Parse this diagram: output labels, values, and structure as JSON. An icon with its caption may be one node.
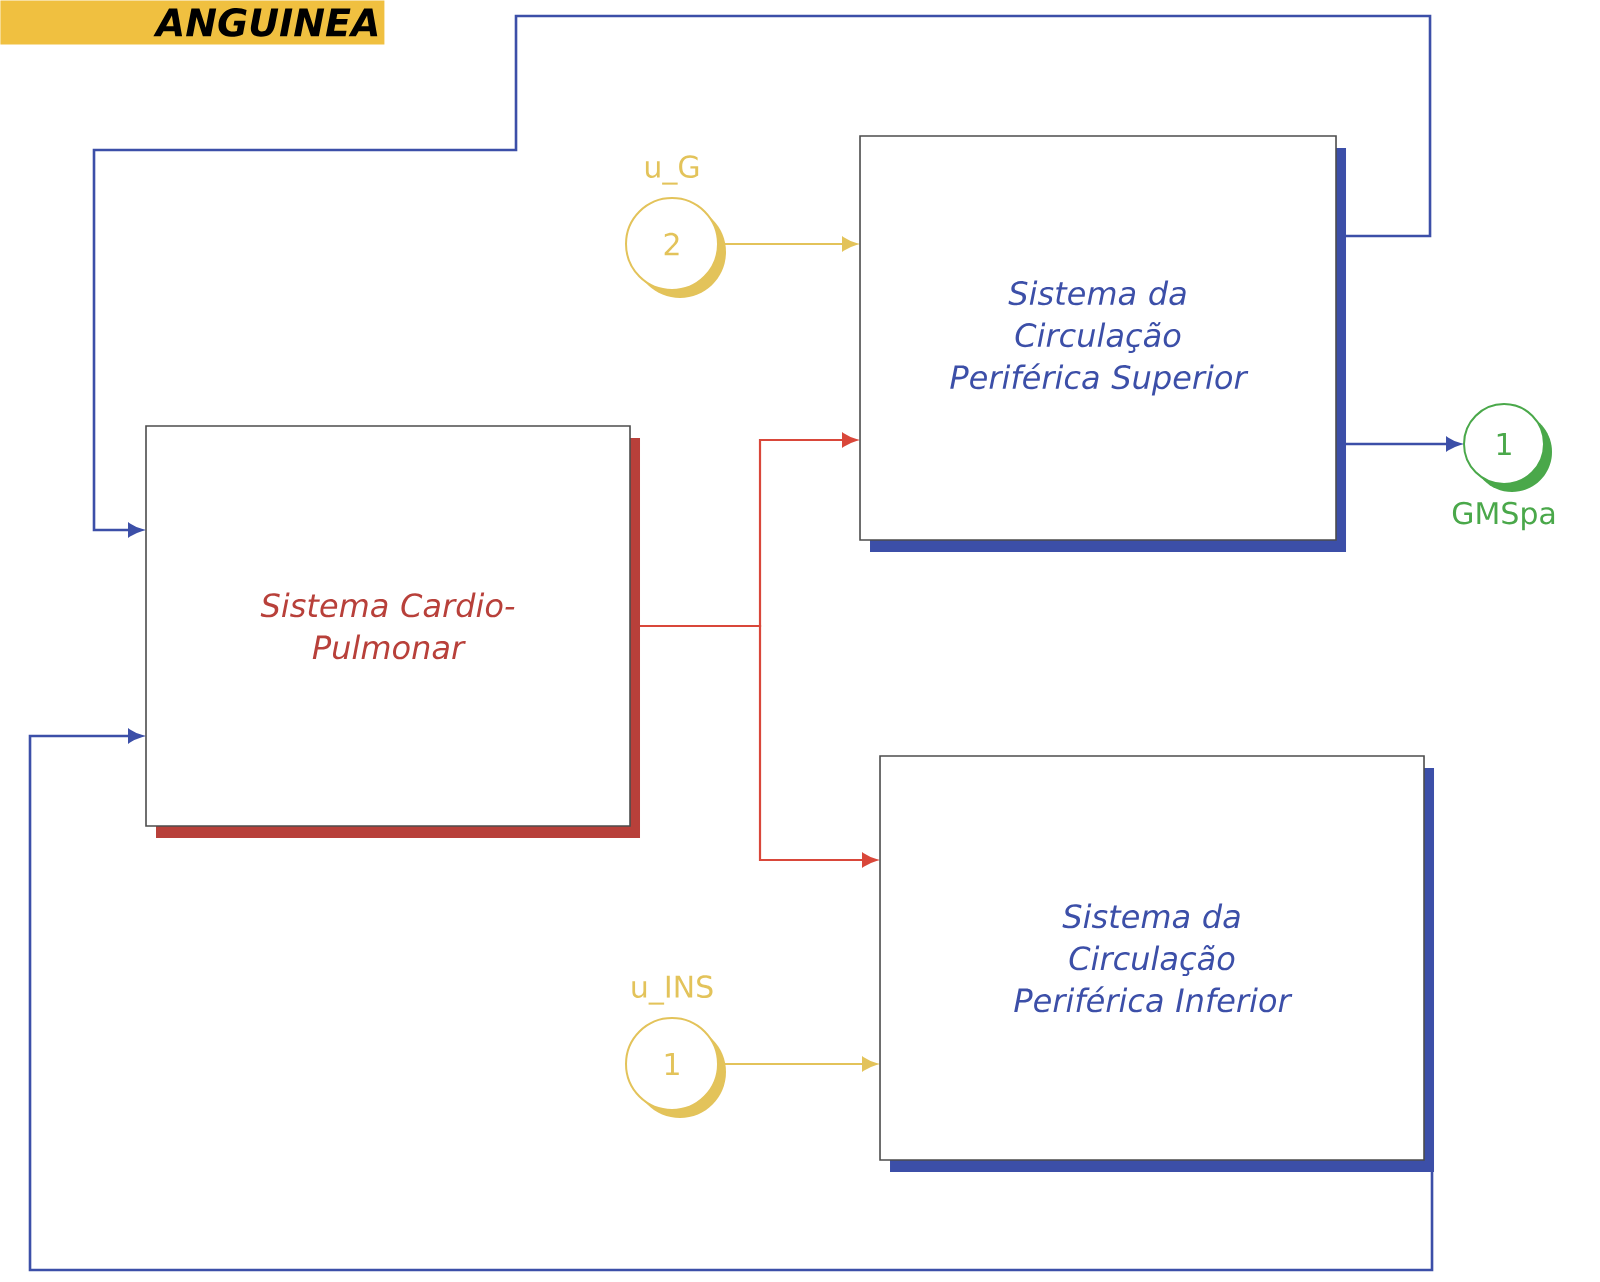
{
  "diagram": {
    "title": "ANGUINEA",
    "nodes": [
      {
        "text": [
          "Sistema Cardio-Pulmonar"
        ]
      },
      {
        "text": [
          "Sistema da Circulação Periférica Superior"
        ]
      },
      {
        "text": [
          "Sistema da Circulação Periférica Inferior"
        ]
      },
      {
        "text": [
          "2"
        ],
        "beside": [
          "u_G"
        ]
      },
      {
        "text": [
          "1"
        ],
        "beside": [
          "u_INS"
        ]
      },
      {
        "text": [
          "1"
        ],
        "beside": [
          "GMSpa"
        ]
      }
    ],
    "edges": [
      {
        "from": 0,
        "to": 1,
        "arrow": "to",
        "color": "#d9473a"
      },
      {
        "from": 0,
        "to": 2,
        "arrow": "to",
        "color": "#d9473a"
      },
      {
        "from": 1,
        "to": 0,
        "arrow": "to"
      },
      {
        "from": 2,
        "to": 0,
        "arrow": "to"
      },
      {
        "from": 3,
        "to": 1,
        "arrow": "to",
        "color": "#e3c35a"
      },
      {
        "from": 4,
        "to": 2,
        "arrow": "to",
        "color": "#e3c35a"
      },
      {
        "from": 1,
        "to": 5,
        "arrow": "to"
      }
    ]
  }
}
